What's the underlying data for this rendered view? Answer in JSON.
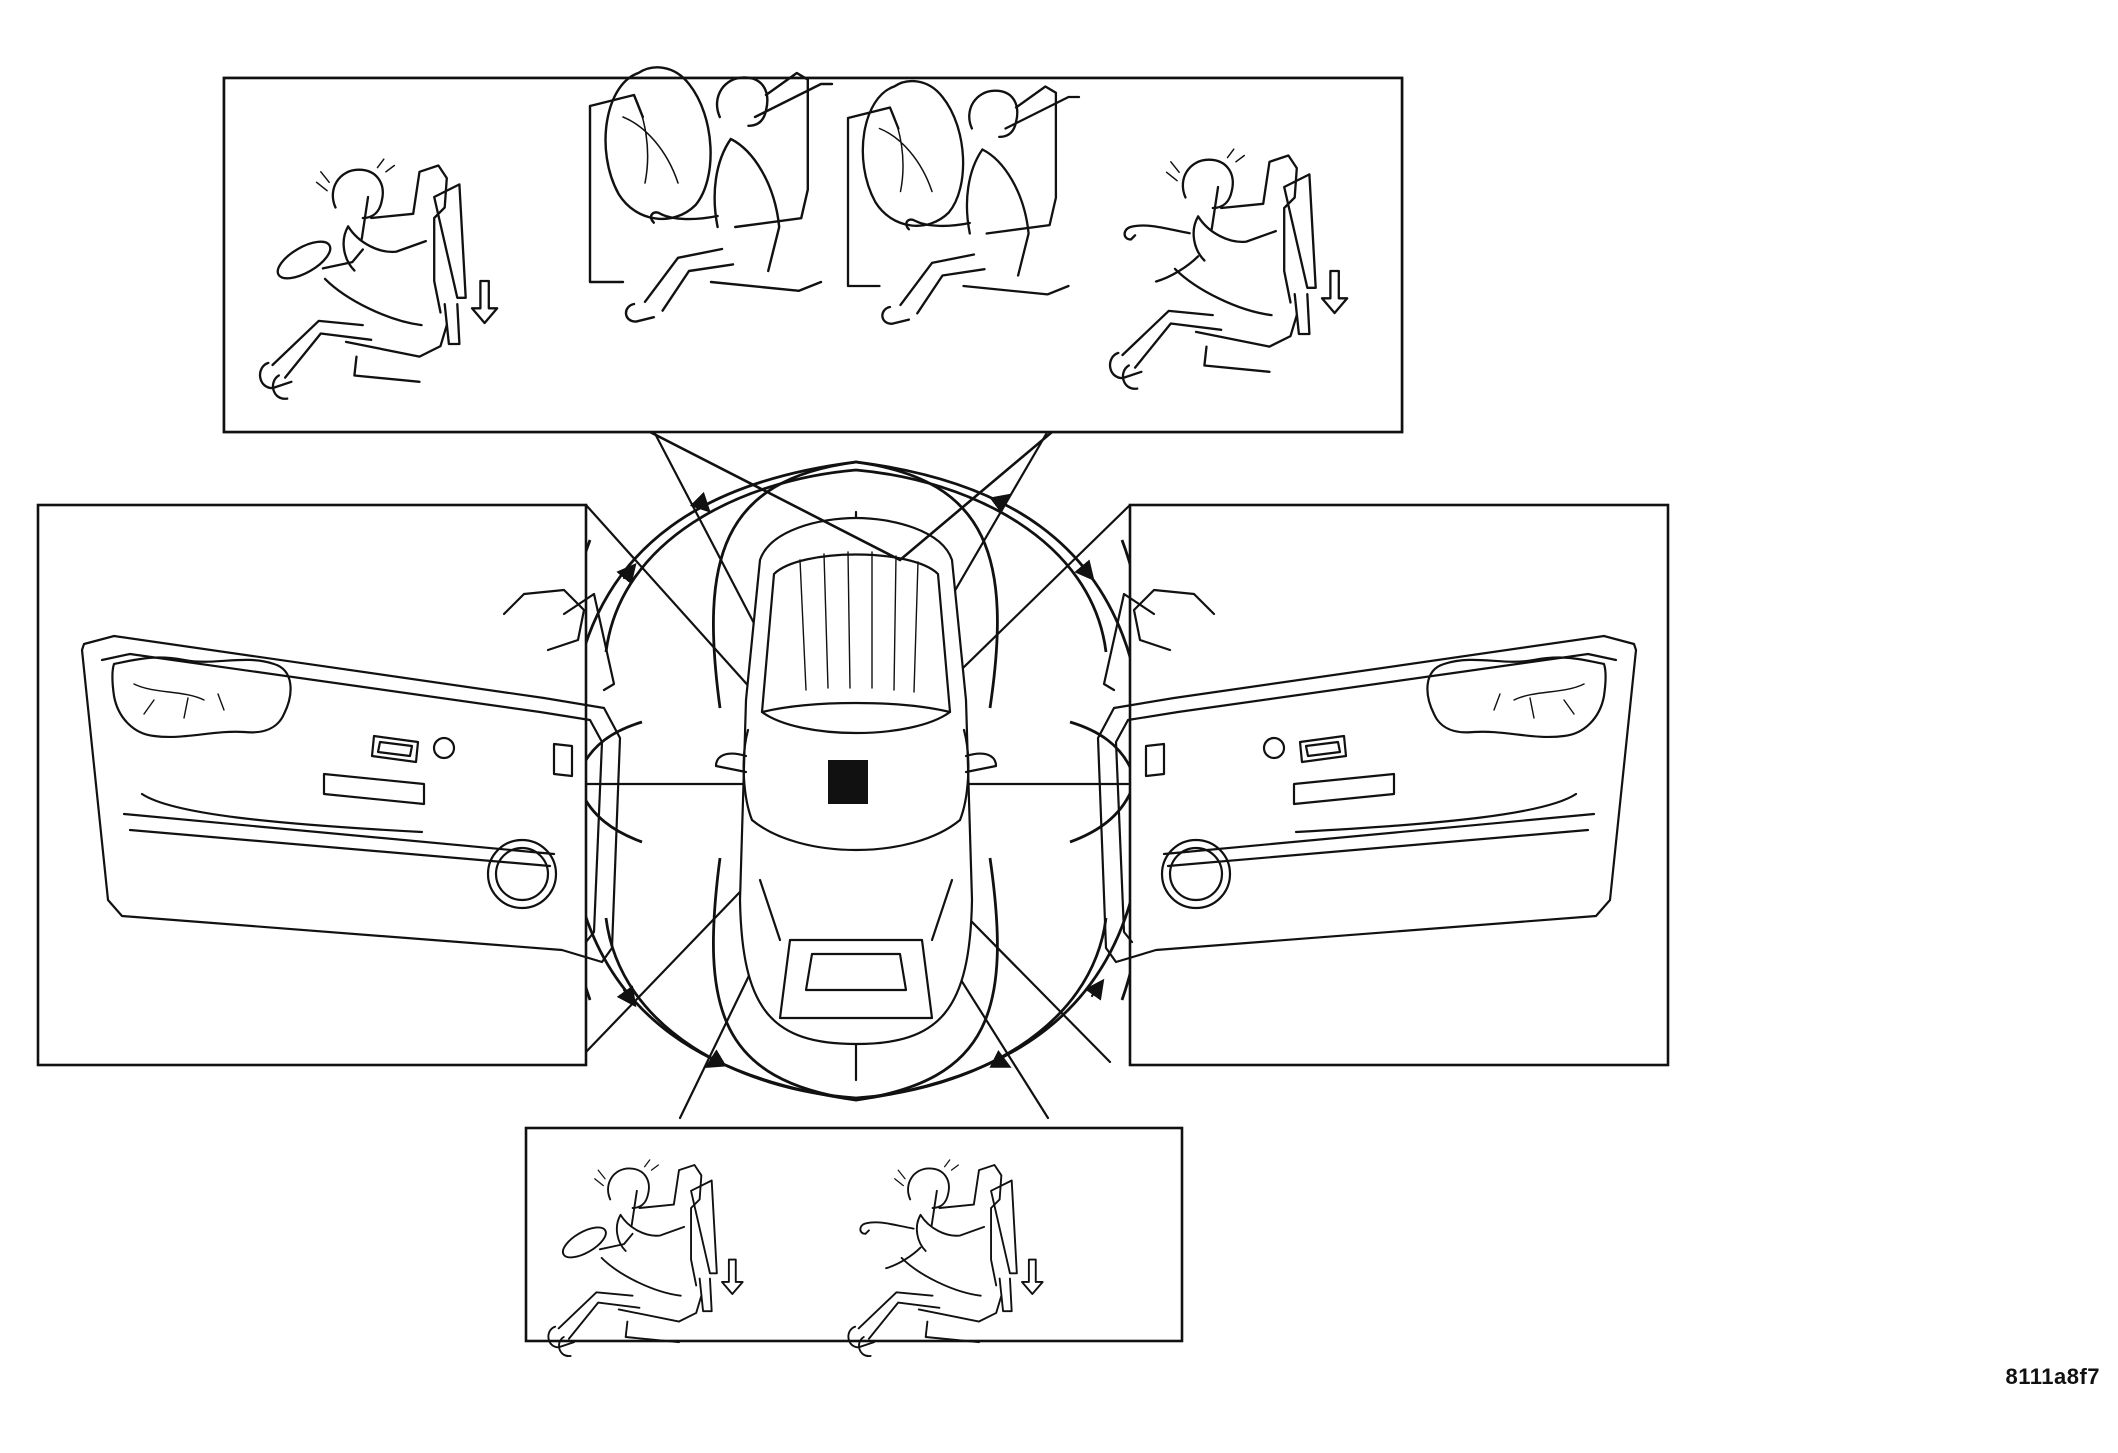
{
  "figure": {
    "code": "8111a8f7"
  },
  "colors": {
    "ink": "#111111",
    "paper": "#ffffff"
  },
  "panels": [
    {
      "id": "front",
      "content": "occupant-seatbelt-airbag-sequence"
    },
    {
      "id": "left",
      "content": "driver-door-side-airbag"
    },
    {
      "id": "right",
      "content": "passenger-door-side-airbag"
    },
    {
      "id": "rear",
      "content": "occupant-seatbelt-sequence"
    }
  ]
}
